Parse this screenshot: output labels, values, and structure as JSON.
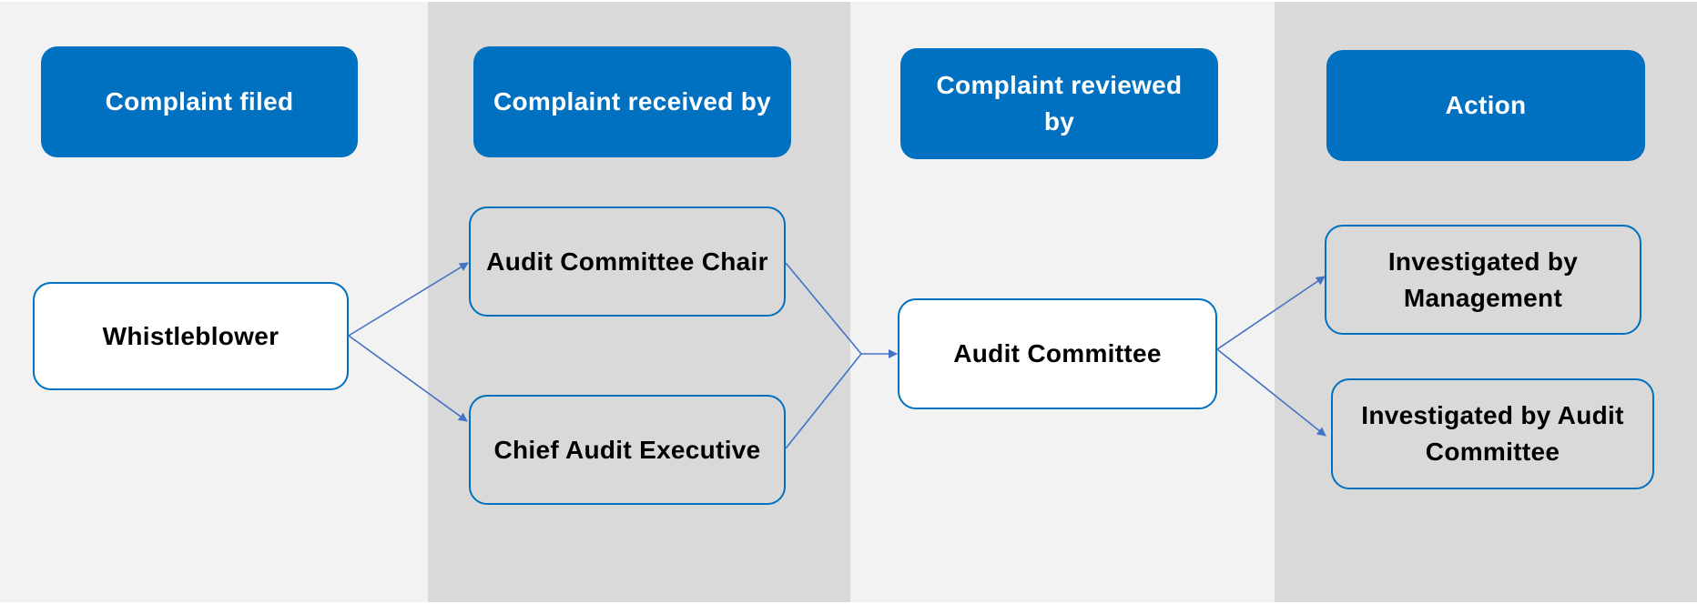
{
  "lanes": [
    {
      "header": "Complaint filed"
    },
    {
      "header": "Complaint received by"
    },
    {
      "header": "Complaint reviewed by"
    },
    {
      "header": "Action"
    }
  ],
  "nodes": {
    "whistleblower": "Whistleblower",
    "audit_committee_chair": "Audit Committee Chair",
    "chief_audit_executive": "Chief Audit Executive",
    "audit_committee": "Audit Committee",
    "investigated_by_management": "Investigated by Management",
    "investigated_by_audit_committee": "Investigated by Audit Committee"
  },
  "edges": [
    {
      "from": "Whistleblower",
      "to": "Audit Committee Chair"
    },
    {
      "from": "Whistleblower",
      "to": "Chief Audit Executive"
    },
    {
      "from": "Audit Committee Chair",
      "to": "Audit Committee"
    },
    {
      "from": "Chief Audit Executive",
      "to": "Audit Committee"
    },
    {
      "from": "Audit Committee",
      "to": "Investigated by Management"
    },
    {
      "from": "Audit Committee",
      "to": "Investigated by Audit Committee"
    }
  ],
  "colors": {
    "header_fill": "#0070c0",
    "node_border": "#0070c0",
    "arrow": "#4472c4",
    "lane_light": "#f2f2f2",
    "lane_dark": "#d9d9d9"
  }
}
